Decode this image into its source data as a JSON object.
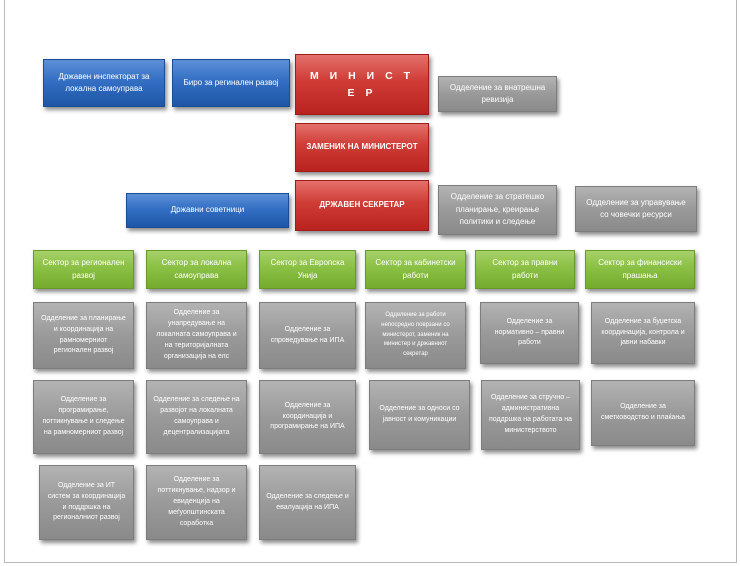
{
  "top": {
    "inspectorate": "Државен инспекторат за локална самоуправа",
    "bureau": "Биро за регинален развој",
    "minister": "М И Н И С Т Е Р",
    "internal_audit": "Одделение за внатрешна ревизија",
    "deputy": "ЗАМЕНИК НА МИНИСТЕРОТ",
    "state_secretary": "ДРЖАВЕН СЕКРЕТАР",
    "advisors": "Државни советници",
    "strategic_planning": "Одделение за стратешко планирање, креирање политики и следење",
    "hr": "Одделение за управување со човечки ресурси"
  },
  "sectors": [
    "Сектор за регионален развој",
    "Сектор за локална самоуправа",
    "Сектор за Европска Унија",
    "Сектор за кабинетски работи",
    "Сектор за правни работи",
    "Сектор за финансиски прашања"
  ],
  "departments": {
    "row1": [
      "Одделение за планирање и координација на рамномерниот регионален развој",
      "Одделение за унапредување на локалната самоуправа и на територијалната организација на елс",
      "Одделение за спроведување на ИПА",
      "Одделение за работи непосредно поврзани со министерот, заменик на министер и државниот секретар",
      "Одделение за нормативно – правни работи",
      "Одделение за буџетска координација, контрола и јавни набавки"
    ],
    "row2": [
      "Одделение за програмирање, поттикнување и следење на рамномерниот развој",
      "Одделение за следење на развојот на локалната самоуправа и децентрализацијата",
      "Одделение за координација и програмирање на ИПА",
      "Одделение за односи со јавност и комуникации",
      "Одделение за стручно – административна поддршка на работата на министерството",
      "Одделение за сметководство и плаќања"
    ],
    "row3": [
      "Одделение за ИТ систем за координација и поддршка на регионалниот развој",
      "Одделение за поттикнување, надзор и евиденција на меѓуопштинската соработка",
      "Одделение за следење и евалуација на ИПА"
    ]
  }
}
